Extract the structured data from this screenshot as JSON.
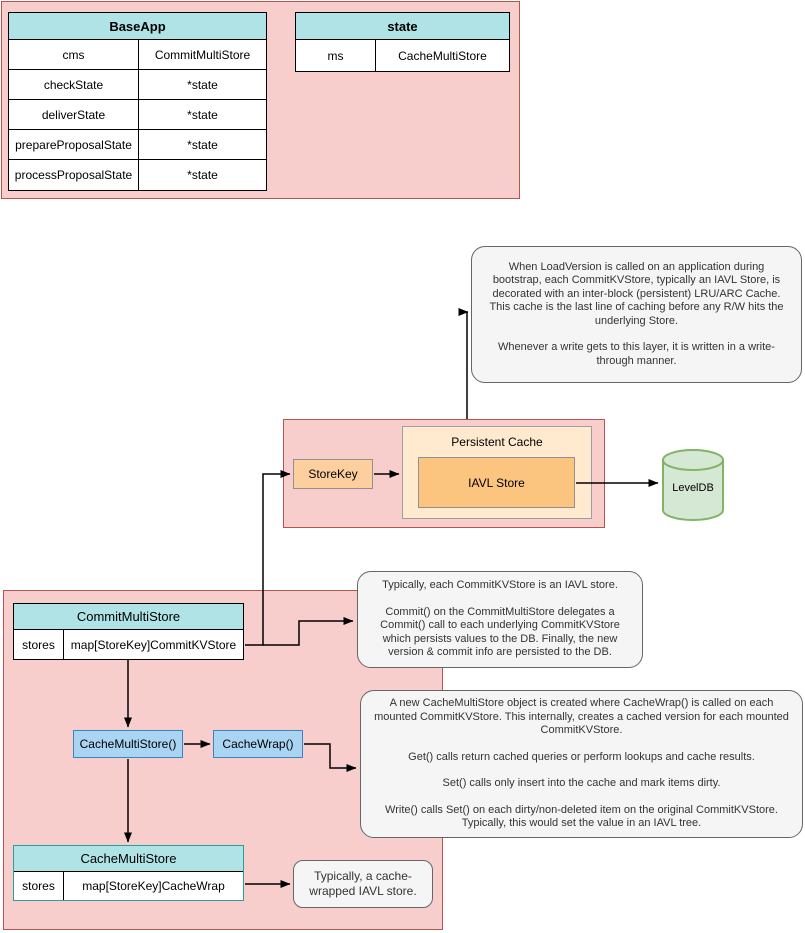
{
  "colors": {
    "container_fill": "#f8cecc",
    "container_border": "#b85450",
    "table_header_fill": "#b0e3e6",
    "teal_table_border": "#26a0a0",
    "blue_fill": "#a9d5f3",
    "blue_border": "#3a86c2",
    "orange_fill": "#fdcf9e",
    "orange_deep_fill": "#fbc57f",
    "peach_fill": "#ffe9cf",
    "gray_border": "#919191",
    "green_fill": "#d5e8d4",
    "green_border": "#82b366",
    "note_fill": "#f5f5f5",
    "note_border": "#666666",
    "wire_color": "#000000"
  },
  "tables": {
    "baseapp": {
      "title": "BaseApp",
      "rows": [
        {
          "k": "cms",
          "v": "CommitMultiStore"
        },
        {
          "k": "checkState",
          "v": "*state"
        },
        {
          "k": "deliverState",
          "v": "*state"
        },
        {
          "k": "prepareProposalState",
          "v": "*state"
        },
        {
          "k": "processProposalState",
          "v": "*state"
        }
      ]
    },
    "state": {
      "title": "state",
      "rows": [
        {
          "k": "ms",
          "v": "CacheMultiStore"
        }
      ]
    },
    "commit_multi_store": {
      "title": "CommitMultiStore",
      "rows": [
        {
          "k": "stores",
          "v": "map[StoreKey]CommitKVStore"
        }
      ]
    },
    "cache_multi_store": {
      "title": "CacheMultiStore",
      "rows": [
        {
          "k": "stores",
          "v": "map[StoreKey]CacheWrap"
        }
      ]
    }
  },
  "nodes": {
    "store_key": "StoreKey",
    "persistent_cache_title": "Persistent Cache",
    "iavl_store": "IAVL Store",
    "leveldb": "LevelDB",
    "cache_multi_store_fn": "CacheMultiStore()",
    "cache_wrap_fn": "CacheWrap()"
  },
  "callouts": {
    "load_version": {
      "p1": "When LoadVersion is called on an application during bootstrap, each CommitKVStore, typically an IAVL Store, is decorated with an inter-block (persistent) LRU/ARC Cache. This cache is the last line of caching before any R/W hits the underlying Store.",
      "p2": "Whenever a write gets to this layer, it is written in a write-through manner."
    },
    "commit": {
      "p1": "Typically, each CommitKVStore is an IAVL store.",
      "p2": "Commit() on the CommitMultiStore delegates a Commit() call to each underlying CommitKVStore which persists values to the DB. Finally, the new version & commit info are persisted to the DB."
    },
    "cache_wrap": {
      "p1": "A new CacheMultiStore object is created where CacheWrap() is called on each mounted CommitKVStore. This internally, creates a cached version for each mounted CommitKVStore.",
      "p2": "Get() calls return cached queries or perform lookups and cache results.",
      "p3": "Set() calls only insert into the cache and mark items dirty.",
      "p4": "Write() calls Set() on each dirty/non-deleted item on the original CommitKVStore. Typically, this would set the value in an IAVL tree."
    },
    "cache_wrapped": {
      "p1": "Typically, a cache-wrapped IAVL store."
    }
  }
}
